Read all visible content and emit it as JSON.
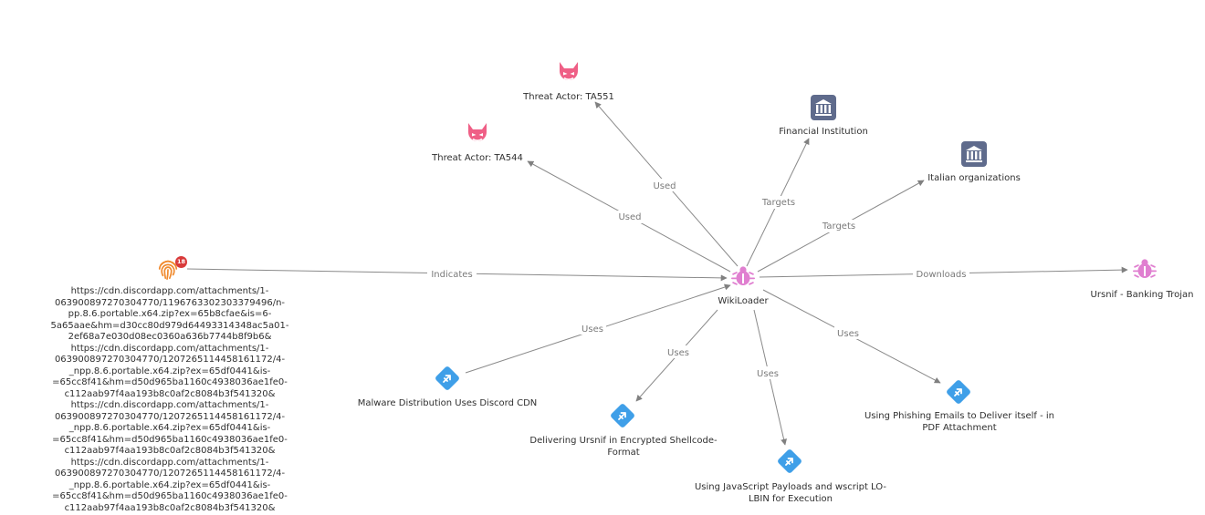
{
  "nodes": {
    "center": {
      "label": "WikiLoader",
      "icon": "malware-bug-icon",
      "color": "#e07fd0"
    },
    "ta551": {
      "label": "Threat Actor: TA551",
      "icon": "devil-icon",
      "color": "#ef5f86"
    },
    "ta544": {
      "label": "Threat Actor: TA544",
      "icon": "devil-icon",
      "color": "#ef5f86"
    },
    "financial": {
      "label": "Financial Institution",
      "icon": "bank-building-icon",
      "color": "#5f6b8c"
    },
    "italian": {
      "label": "Italian organizations",
      "icon": "bank-building-icon",
      "color": "#5f6b8c"
    },
    "ursnif": {
      "label": "Ursnif - Banking Trojan",
      "icon": "malware-bug-icon",
      "color": "#e07fd0"
    },
    "indicator": {
      "icon": "fingerprint-icon",
      "color": "#f0892c",
      "badge": "18",
      "label": "https://cdn.discordapp.com/attachments/1-\n063900897270304770/1196763302303379496/n-\npp.8.6.portable.x64.zip?ex=65b8cfae&is=6-\n5a65aae&hm=d30cc80d979d64493314348ac5a01-\n2ef68a7e030d08ec0360a636b7744b8f9b6&\nhttps://cdn.discordapp.com/attachments/1-\n063900897270304770/1207265114458161172/4-\n_npp.8.6.portable.x64.zip?ex=65df0441&is-\n=65cc8f41&hm=d50d965ba1160c4938036ae1fe0-\nc112aab97f4aa193b8c0af2c8084b3f541320&\nhttps://cdn.discordapp.com/attachments/1-\n063900897270304770/1207265114458161172/4-\n_npp.8.6.portable.x64.zip?ex=65df0441&is-\n=65cc8f41&hm=d50d965ba1160c4938036ae1fe0-\nc112aab97f4aa193b8c0af2c8084b3f541320&\nhttps://cdn.discordapp.com/attachments/1-\n063900897270304770/1207265114458161172/4-\n_npp.8.6.portable.x64.zip?ex=65df0441&is-\n=65cc8f41&hm=d50d965ba1160c4938036ae1fe0-\nc112aab97f4aa193b8c0af2c8084b3f541320&"
    },
    "discord_cdn": {
      "label": "Malware Distribution Uses Discord CDN",
      "icon": "technique-icon",
      "color": "#3f9fe8"
    },
    "ursnif_shellcode": {
      "label": "Delivering Ursnif in Encrypted Shellcode-Format",
      "icon": "technique-icon",
      "color": "#3f9fe8"
    },
    "js_payloads": {
      "label": "Using JavaScript Payloads and wscript LO-LBIN for Execution",
      "icon": "technique-icon",
      "color": "#3f9fe8"
    },
    "phishing": {
      "label": "Using Phishing Emails to Deliver itself - in PDF Attachment",
      "icon": "technique-icon",
      "color": "#3f9fe8"
    }
  },
  "edges": {
    "to_ta551": "Used",
    "to_ta544": "Used",
    "to_financial": "Targets",
    "to_italian": "Targets",
    "indicator": "Indicates",
    "to_ursnif": "Downloads",
    "discord_cdn": "Uses",
    "ursnif_shellcode": "Uses",
    "js_payloads": "Uses",
    "phishing": "Uses"
  },
  "style": {
    "edge_color": "#8a8a8a"
  }
}
